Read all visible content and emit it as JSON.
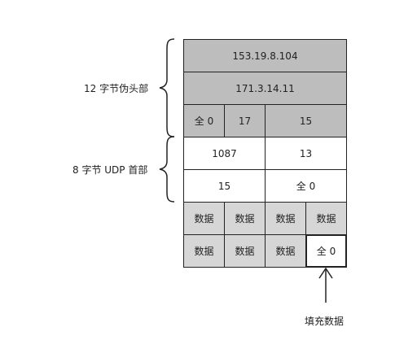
{
  "pseudo_header": {
    "label": "12 字节伪头部",
    "source_ip": "153.19.8.104",
    "dest_ip": "171.3.14.11",
    "zero": "全 0",
    "protocol": "17",
    "udp_length": "15"
  },
  "udp_header": {
    "label": "8 字节 UDP 首部",
    "source_port": "1087",
    "dest_port": "13",
    "length": "15",
    "checksum": "全 0"
  },
  "data": {
    "row1": [
      "数据",
      "数据",
      "数据",
      "数据"
    ],
    "row2": [
      "数据",
      "数据",
      "数据"
    ],
    "padding": "全 0"
  },
  "annotation": {
    "padding_label": "填充数据"
  }
}
